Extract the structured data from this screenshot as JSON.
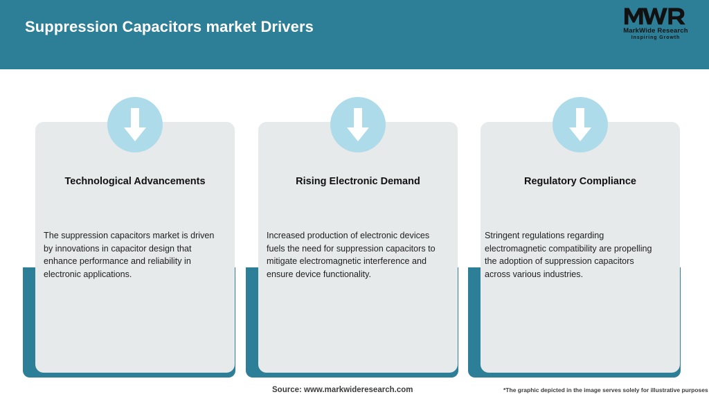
{
  "header": {
    "title": "Suppression Capacitors market Drivers",
    "background_color": "#2d7f97",
    "title_color": "#ffffff"
  },
  "logo": {
    "mark": "MWR",
    "name": "MarkWide Research",
    "tagline": "Inspiring Growth"
  },
  "theme": {
    "accent_teal": "#2d7f97",
    "card_fill": "#e6eaeb",
    "badge_fill": "#aedbea",
    "arrow_fill": "#ffffff",
    "page_background": "#ffffff"
  },
  "cards": [
    {
      "icon": "down-arrow-icon",
      "title": "Technological Advancements",
      "body": "The suppression capacitors market is driven by innovations in capacitor design that enhance performance and reliability in electronic applications."
    },
    {
      "icon": "down-arrow-icon",
      "title": "Rising Electronic Demand",
      "body": "Increased production of electronic devices fuels the need for suppression capacitors to mitigate electromagnetic interference and ensure device functionality."
    },
    {
      "icon": "down-arrow-icon",
      "title": "Regulatory Compliance",
      "body": "Stringent regulations regarding electromagnetic compatibility are propelling the adoption of suppression capacitors across various industries."
    }
  ],
  "footer": {
    "source": "Source: www.markwideresearch.com",
    "disclaimer": "*The graphic depicted in the image serves solely for illustrative purposes"
  }
}
